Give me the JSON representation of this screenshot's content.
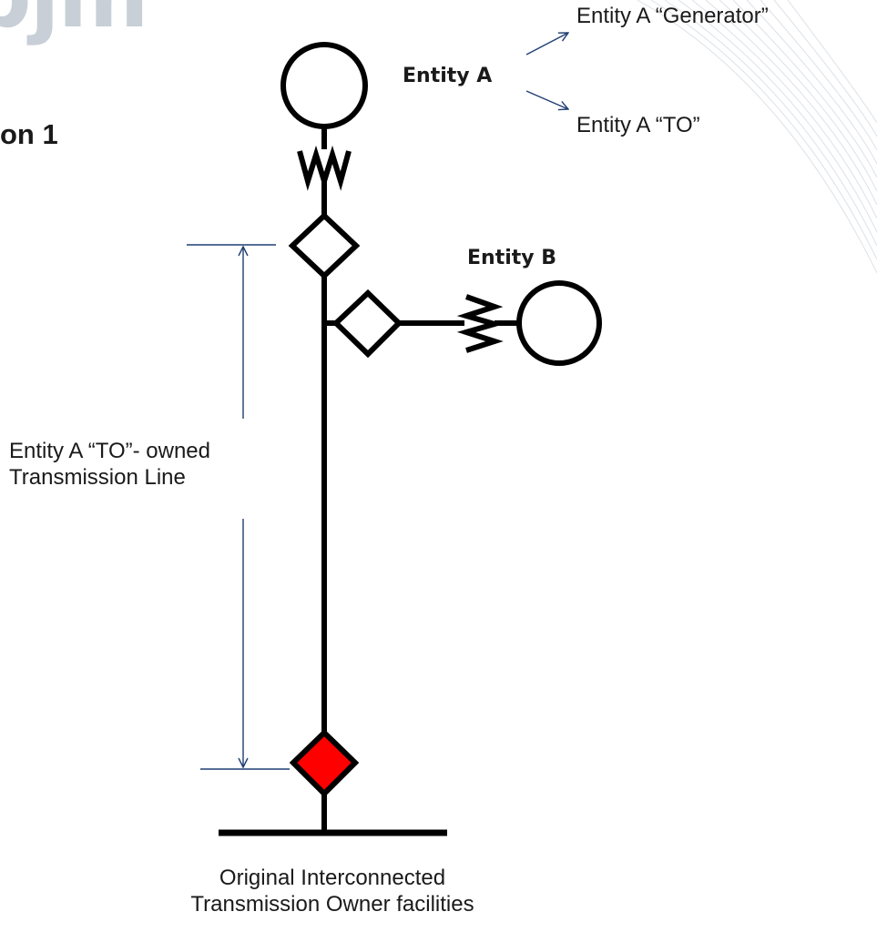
{
  "slide": {
    "logo_text": "pjm",
    "title_fragment": "on 1"
  },
  "entities": {
    "a_label": "Entity A",
    "a_generator": "Entity A “Generator”",
    "a_to": "Entity A “TO”",
    "b_label": "Entity B"
  },
  "line": {
    "label_line1": "Entity A “TO”- owned",
    "label_line2": "Transmission Line"
  },
  "bus": {
    "label_line1": "Original Interconnected",
    "label_line2": "Transmission Owner facilities"
  },
  "colors": {
    "line": "#000000",
    "dimension": "#1f3e73",
    "interconnection_point": "#ff0000",
    "swoosh": "#d9dde2",
    "logo": "#c8cfd6"
  }
}
